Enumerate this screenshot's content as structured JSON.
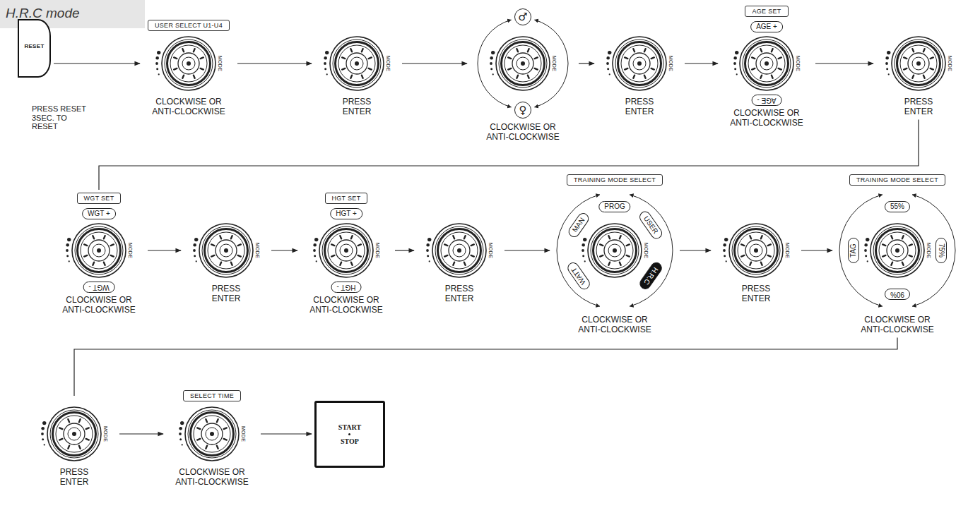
{
  "diagram": {
    "title": "H.R.C mode",
    "nodes": [
      {
        "text": [
          "RESET",
          "PRESS RESET 3SEC. TO RESET"
        ]
      },
      {
        "text": [
          "USER SELECT U1-U4",
          "CLOCKWISE OR ANTI-CLOCKWISE"
        ]
      },
      {
        "text": [
          "PRESS ENTER"
        ]
      },
      {
        "text": [
          "CLOCKWISE OR ANTI-CLOCKWISE"
        ]
      },
      {
        "text": [
          "♂"
        ],
        "in": 3
      },
      {
        "text": [
          "♀"
        ],
        "in": 3
      },
      {
        "text": [
          "PRESS ENTER"
        ]
      },
      {
        "text": [
          "AGE SET",
          "CLOCKWISE OR ANTI-CLOCKWISE"
        ]
      },
      {
        "text": [
          "AGE +"
        ],
        "in": 7
      },
      {
        "text": [
          "AGE -"
        ],
        "in": 7
      },
      {
        "text": [
          "PRESS ENTER"
        ]
      },
      {
        "text": [
          "WGT SET",
          "CLOCKWISE OR ANTI-CLOCKWISE"
        ]
      },
      {
        "text": [
          "WGT +"
        ],
        "in": 11
      },
      {
        "text": [
          "WGT -"
        ],
        "in": 11
      },
      {
        "text": [
          "PRESS ENTER"
        ]
      },
      {
        "text": [
          "HGT SET",
          "CLOCKWISE OR ANTI-CLOCKWISE"
        ]
      },
      {
        "text": [
          "HGT +"
        ],
        "in": 15
      },
      {
        "text": [
          "HGT -"
        ],
        "in": 15
      },
      {
        "text": [
          "PRESS ENTER"
        ]
      },
      {
        "text": [
          "TRAINING MODE SELECT",
          "CLOCKWISE OR ANTI-CLOCKWISE"
        ]
      },
      {
        "text": [
          "PROG"
        ],
        "in": 19
      },
      {
        "text": [
          "USER"
        ],
        "in": 19
      },
      {
        "text": [
          "H.R.C"
        ],
        "in": 19
      },
      {
        "text": [
          "WATT"
        ],
        "in": 19
      },
      {
        "text": [
          "MAN"
        ],
        "in": 19
      },
      {
        "text": [
          "PRESS ENTER"
        ]
      },
      {
        "text": [
          "TRAINING MODE SELECT",
          "CLOCKWISE OR ANTI-CLOCKWISE"
        ]
      },
      {
        "text": [
          "55%"
        ],
        "in": 26
      },
      {
        "text": [
          "75%"
        ],
        "in": 26
      },
      {
        "text": [
          "90%"
        ],
        "in": 26
      },
      {
        "text": [
          "TAG"
        ],
        "in": 26
      },
      {
        "text": [
          "PRESS ENTER"
        ]
      },
      {
        "text": [
          "SELECT TIME",
          "CLOCKWISE OR ANTI-CLOCKWISE"
        ]
      },
      {
        "text": [
          "START",
          "STOP"
        ]
      }
    ],
    "edges": [
      {
        "from": 0,
        "to": 1,
        "arrow": "to"
      },
      {
        "from": 1,
        "to": 2,
        "arrow": "to"
      },
      {
        "from": 2,
        "to": 3,
        "arrow": "to"
      },
      {
        "from": 3,
        "to": 6,
        "arrow": "to"
      },
      {
        "from": 6,
        "to": 7,
        "arrow": "to"
      },
      {
        "from": 7,
        "to": 10,
        "arrow": "to"
      },
      {
        "from": 10,
        "to": 11,
        "arrow": "none"
      },
      {
        "from": 11,
        "to": 14,
        "arrow": "to"
      },
      {
        "from": 14,
        "to": 15,
        "arrow": "to"
      },
      {
        "from": 15,
        "to": 18,
        "arrow": "to"
      },
      {
        "from": 18,
        "to": 19,
        "arrow": "to"
      },
      {
        "from": 19,
        "to": 25,
        "arrow": "to"
      },
      {
        "from": 25,
        "to": 26,
        "arrow": "to"
      },
      {
        "from": 26,
        "to": 31,
        "arrow": "none"
      },
      {
        "from": 31,
        "to": 32,
        "arrow": "to"
      },
      {
        "from": 32,
        "to": 33,
        "arrow": "to"
      }
    ],
    "labels": [
      "MODE",
      "MODE",
      "MODE",
      "MODE",
      "MODE",
      "MODE",
      "MODE",
      "MODE",
      "MODE",
      "MODE",
      "MODE",
      "MODE",
      "MODE",
      "MODE",
      "MODE"
    ]
  }
}
